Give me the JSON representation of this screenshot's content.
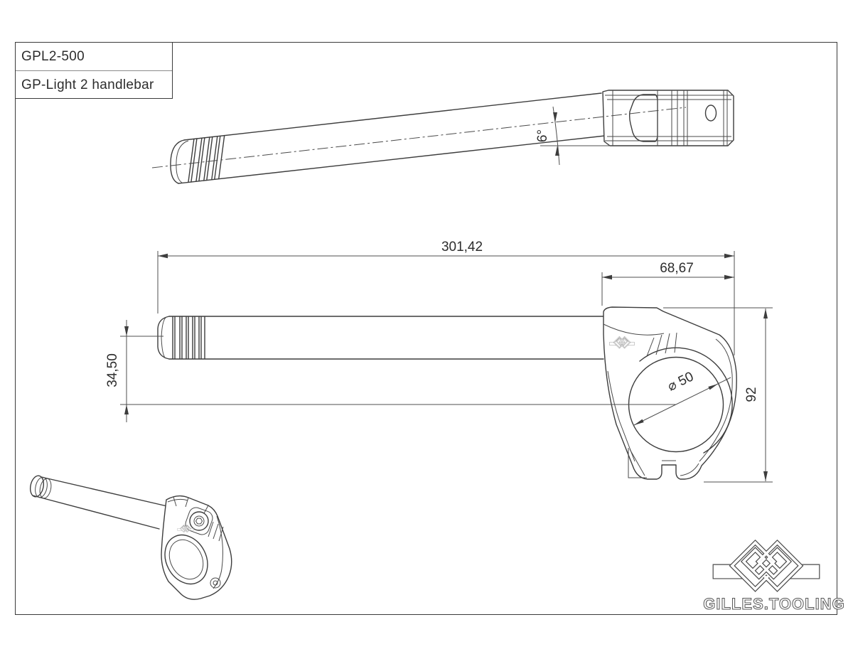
{
  "page": {
    "background": "#ffffff",
    "frame_color": "#3a3a3a",
    "line_color": "#3d3d3d",
    "dimension_color": "#4f4f4f"
  },
  "title_block": {
    "part_number": "GPL2-500",
    "part_name": "GP-Light 2 handlebar"
  },
  "views": {
    "top_view": {
      "angle_dimension": "6°"
    },
    "side_view": {
      "dimensions": {
        "overall_length": "301,42",
        "clamp_length": "68,67",
        "drop": "34,50",
        "clamp_height": "92",
        "bore_diameter": "⌀ 50"
      }
    }
  },
  "logo": {
    "brand_text": "GILLES.TOOLING"
  }
}
